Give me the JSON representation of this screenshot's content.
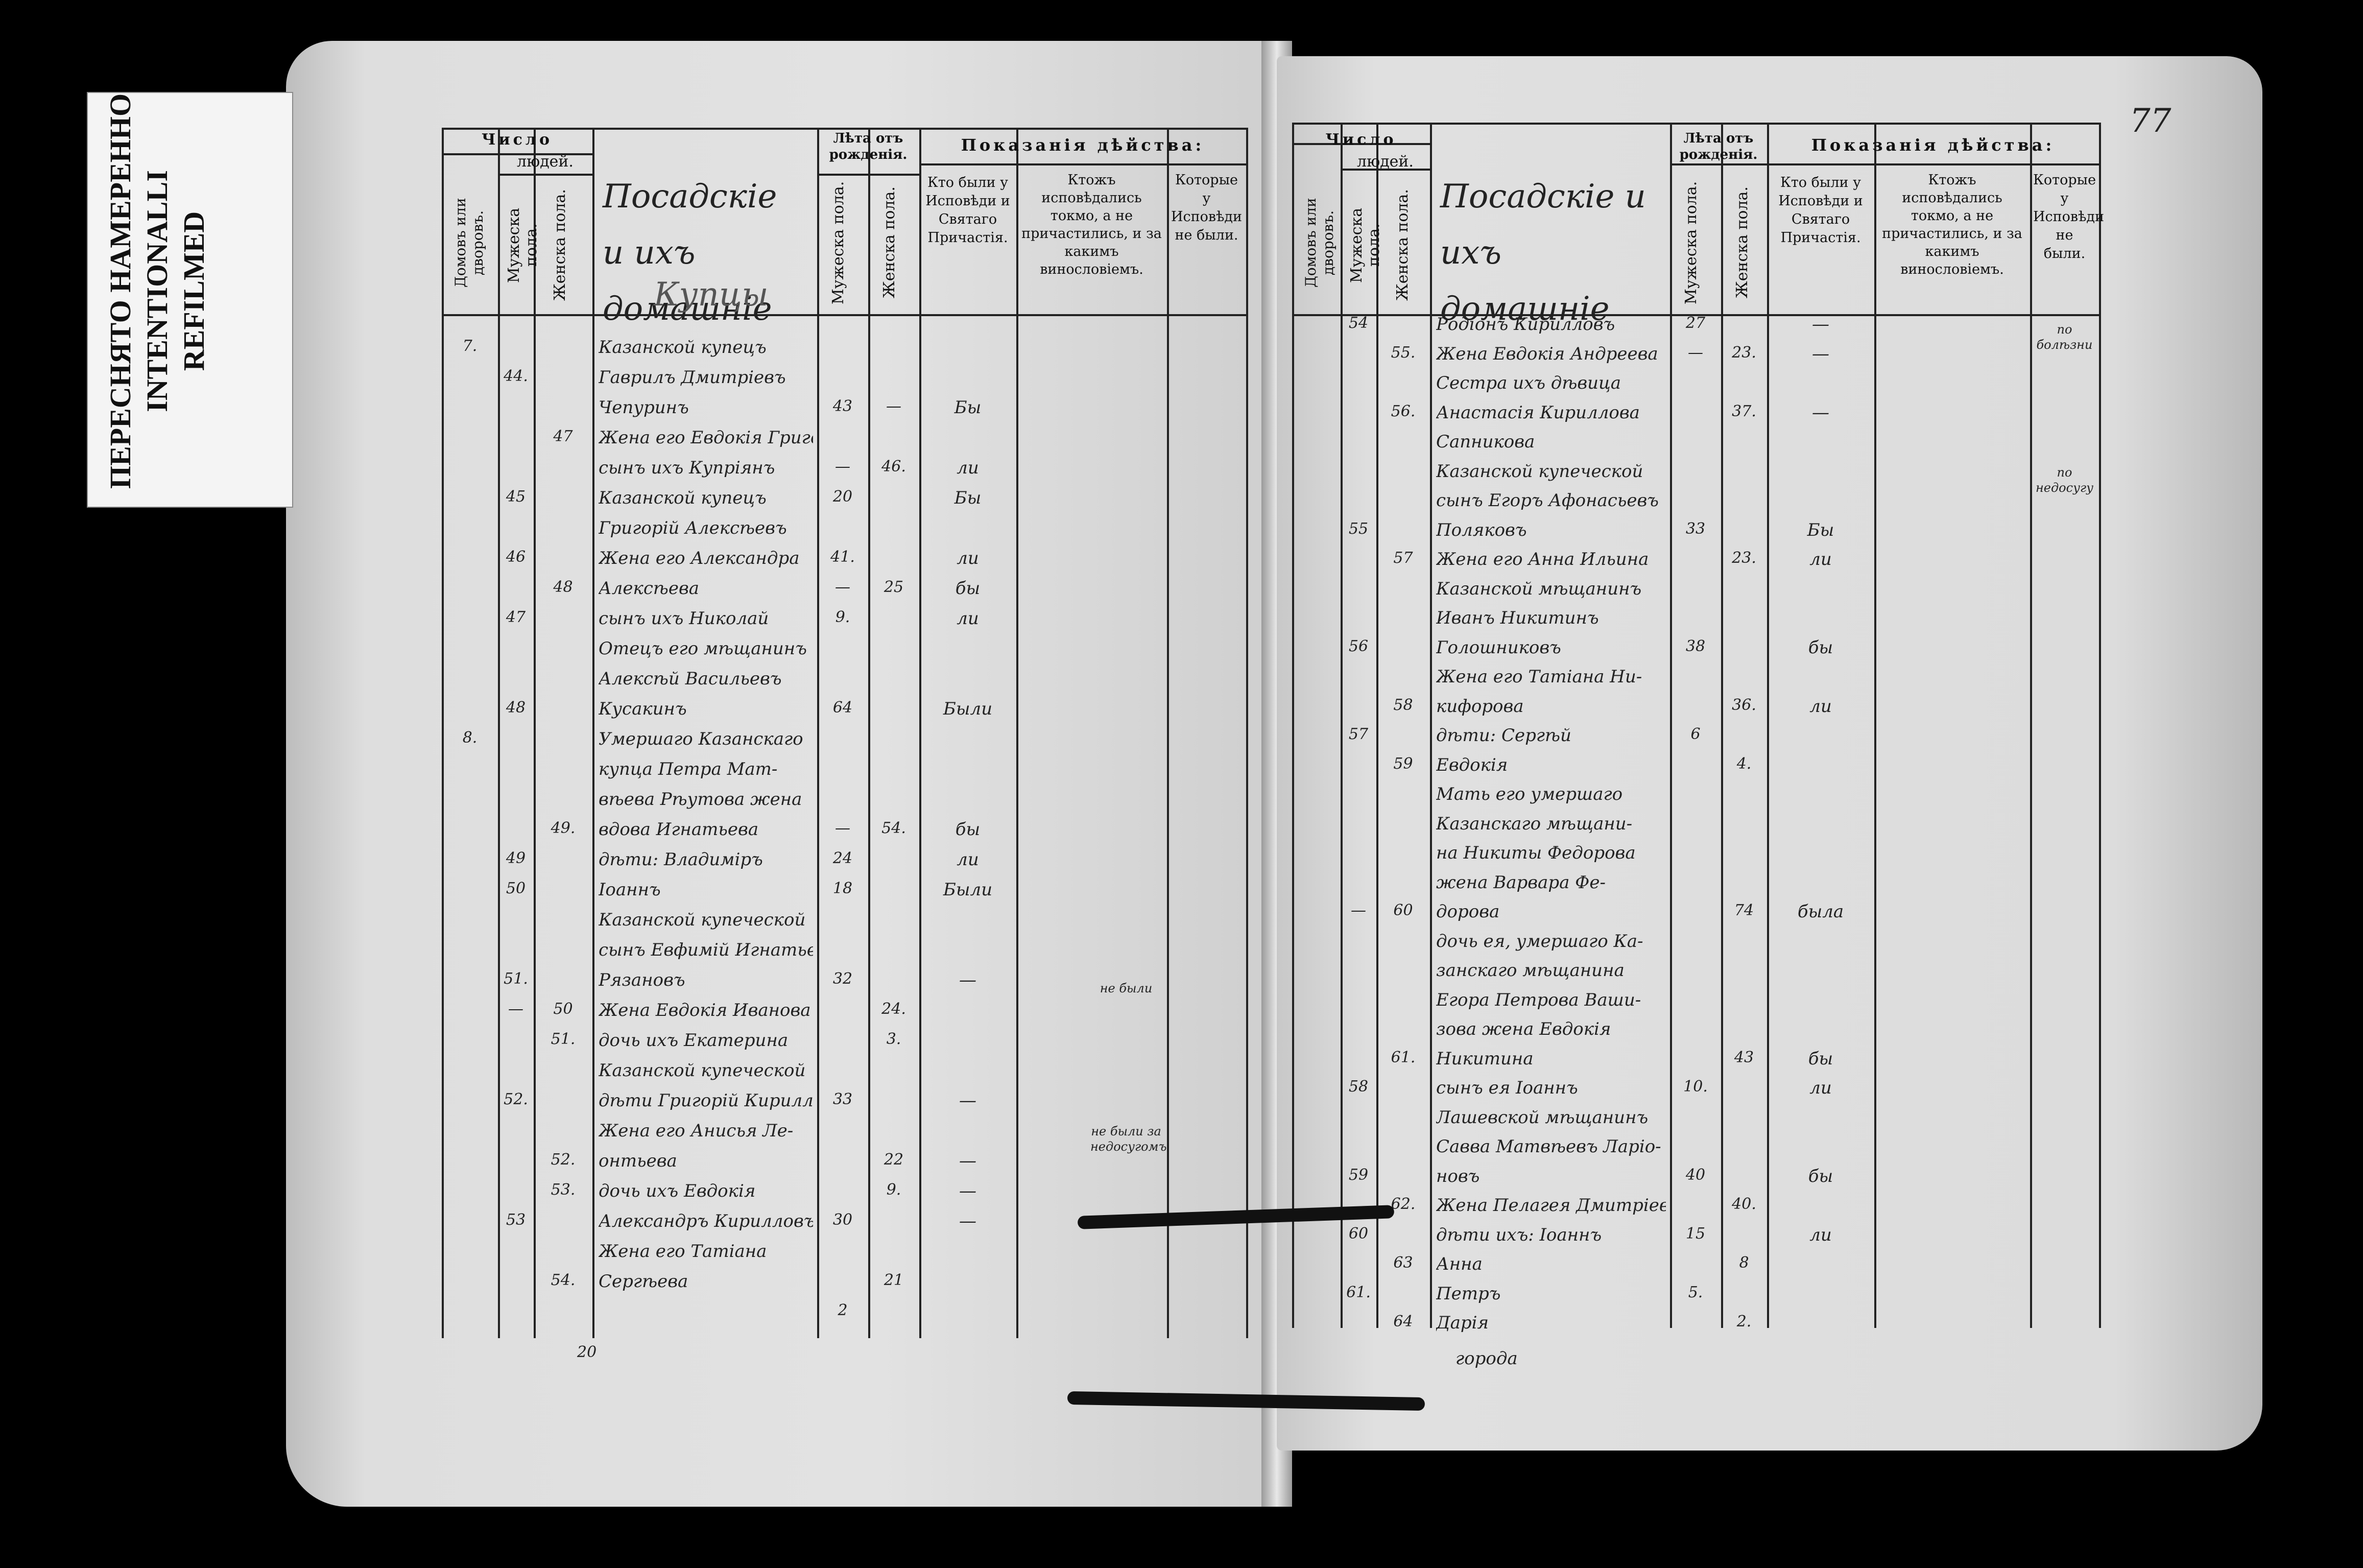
{
  "stamp": {
    "line1": "ПЕРЕСНЯТО НАМЕРЕННО",
    "line2": "INTENTIONALLI REFILMED"
  },
  "header": {
    "chislo": "Число",
    "lyudey": "людей.",
    "domov": "Домовъ или дворовъ.",
    "muzheska": "Мужеска пола.",
    "zhenska": "Женска пола.",
    "leta": "Лѣта отъ рожденія.",
    "pokazaniya": "Показанія дѣйства:",
    "col_kto": "Кто были у Исповѣди и Святаго Причастія.",
    "col_ktozh": "Ктожъ исповѣдались токмо, а не причастились, и за какимъ винословіемъ.",
    "col_kotorye": "Которые у Исповѣди не были."
  },
  "page_number": "77",
  "left": {
    "title": "Посадскіе и ихъ домашніе",
    "subtitle": "Купцы",
    "entries": [
      {
        "d": "7.",
        "m": "",
        "f": "",
        "t": "Казанской купецъ",
        "ma": "",
        "fa": "",
        "c": ""
      },
      {
        "d": "",
        "m": "44.",
        "f": "",
        "t": "Гаврилъ Дмитріевъ",
        "ma": "",
        "fa": "",
        "c": ""
      },
      {
        "d": "",
        "m": "",
        "f": "",
        "t": "Чепуринъ",
        "ma": "43",
        "fa": "—",
        "c": "Бы"
      },
      {
        "d": "",
        "m": "",
        "f": "47",
        "t": "Жена его Евдокія Григорьева",
        "ma": "",
        "fa": "",
        "c": ""
      },
      {
        "d": "",
        "m": "",
        "f": "",
        "t": "сынъ ихъ Купріянъ",
        "ma": "—",
        "fa": "46.",
        "c": "ли"
      },
      {
        "d": "",
        "m": "45",
        "f": "",
        "t": "Казанской купецъ",
        "ma": "20",
        "fa": "",
        "c": "Бы"
      },
      {
        "d": "",
        "m": "",
        "f": "",
        "t": "Григорій Алексѣевъ",
        "ma": "",
        "fa": "",
        "c": ""
      },
      {
        "d": "",
        "m": "46",
        "f": "",
        "t": "Жена его Александра",
        "ma": "41.",
        "fa": "",
        "c": "ли"
      },
      {
        "d": "",
        "m": "",
        "f": "48",
        "t": "Алексѣева",
        "ma": "—",
        "fa": "25",
        "c": "бы"
      },
      {
        "d": "",
        "m": "47",
        "f": "",
        "t": "сынъ ихъ Николай",
        "ma": "9.",
        "fa": "",
        "c": "ли"
      },
      {
        "d": "",
        "m": "",
        "f": "",
        "t": "Отецъ его мѣщанинъ",
        "ma": "",
        "fa": "",
        "c": ""
      },
      {
        "d": "",
        "m": "",
        "f": "",
        "t": "Алексѣй Васильевъ",
        "ma": "",
        "fa": "",
        "c": ""
      },
      {
        "d": "",
        "m": "48",
        "f": "",
        "t": "Кусакинъ",
        "ma": "64",
        "fa": "",
        "c": "Были"
      },
      {
        "d": "8.",
        "m": "",
        "f": "",
        "t": "Умершаго Казанскаго",
        "ma": "",
        "fa": "",
        "c": ""
      },
      {
        "d": "",
        "m": "",
        "f": "",
        "t": "купца Петра Мат-",
        "ma": "",
        "fa": "",
        "c": ""
      },
      {
        "d": "",
        "m": "",
        "f": "",
        "t": "вѣева Рѣутова жена",
        "ma": "",
        "fa": "",
        "c": ""
      },
      {
        "d": "",
        "m": "",
        "f": "49.",
        "t": "вдова Игнатьева",
        "ma": "—",
        "fa": "54.",
        "c": "бы"
      },
      {
        "d": "",
        "m": "49",
        "f": "",
        "t": "дѣти: Владиміръ",
        "ma": "24",
        "fa": "",
        "c": "ли"
      },
      {
        "d": "",
        "m": "50",
        "f": "",
        "t": "Іоаннъ",
        "ma": "18",
        "fa": "",
        "c": "Были"
      },
      {
        "d": "",
        "m": "",
        "f": "",
        "t": "Казанской купеческой",
        "ma": "",
        "fa": "",
        "c": ""
      },
      {
        "d": "",
        "m": "",
        "f": "",
        "t": "сынъ Евфимій Игнатьевъ",
        "ma": "",
        "fa": "",
        "c": ""
      },
      {
        "d": "",
        "m": "51.",
        "f": "",
        "t": "Рязановъ",
        "ma": "32",
        "fa": "",
        "c": "—"
      },
      {
        "d": "",
        "m": "—",
        "f": "50",
        "t": "Жена Евдокія Иванова",
        "ma": "",
        "fa": "24.",
        "c": ""
      },
      {
        "d": "",
        "m": "",
        "f": "51.",
        "t": "дочь ихъ Екатерина",
        "ma": "",
        "fa": "3.",
        "c": ""
      },
      {
        "d": "",
        "m": "",
        "f": "",
        "t": "Казанской купеческой",
        "ma": "",
        "fa": "",
        "c": ""
      },
      {
        "d": "",
        "m": "52.",
        "f": "",
        "t": "дѣти Григорій Кирилловъ",
        "ma": "33",
        "fa": "",
        "c": "—"
      },
      {
        "d": "",
        "m": "",
        "f": "",
        "t": "Жена его Анисья Ле-",
        "ma": "",
        "fa": "",
        "c": ""
      },
      {
        "d": "",
        "m": "",
        "f": "52.",
        "t": "онтьева",
        "ma": "",
        "fa": "22",
        "c": "—"
      },
      {
        "d": "",
        "m": "",
        "f": "53.",
        "t": "дочь ихъ Евдокія",
        "ma": "",
        "fa": "9.",
        "c": "—"
      },
      {
        "d": "",
        "m": "53",
        "f": "",
        "t": "Александръ Кирилловъ",
        "ma": "30",
        "fa": "",
        "c": "—"
      },
      {
        "d": "",
        "m": "",
        "f": "",
        "t": "Жена его Татіана",
        "ma": "",
        "fa": "",
        "c": ""
      },
      {
        "d": "",
        "m": "",
        "f": "54.",
        "t": "Сергѣева",
        "ma": "",
        "fa": "21",
        "c": ""
      },
      {
        "d": "",
        "m": "",
        "f": "",
        "t": "",
        "ma": "2",
        "fa": "",
        "c": ""
      }
    ],
    "ktozh_notes": [
      "не были",
      "не были за недосугомъ"
    ],
    "footer_left": "20"
  },
  "right": {
    "title": "Посадскіе и ихъ домашніе",
    "entries": [
      {
        "d": "",
        "m": "54",
        "f": "",
        "t": "Родіонъ Кирилловъ",
        "ma": "27",
        "fa": "",
        "c": "—"
      },
      {
        "d": "",
        "m": "",
        "f": "55.",
        "t": "Жена Евдокія Андреева",
        "ma": "—",
        "fa": "23.",
        "c": "—"
      },
      {
        "d": "",
        "m": "",
        "f": "",
        "t": "Сестра ихъ дѣвица",
        "ma": "",
        "fa": "",
        "c": ""
      },
      {
        "d": "",
        "m": "",
        "f": "56.",
        "t": "Анастасія Кириллова",
        "ma": "",
        "fa": "37.",
        "c": "—"
      },
      {
        "d": "",
        "m": "",
        "f": "",
        "t": "Сапникова",
        "ma": "",
        "fa": "",
        "c": ""
      },
      {
        "d": "",
        "m": "",
        "f": "",
        "t": "Казанской купеческой",
        "ma": "",
        "fa": "",
        "c": ""
      },
      {
        "d": "",
        "m": "",
        "f": "",
        "t": "сынъ Егоръ Афонасьевъ",
        "ma": "",
        "fa": "",
        "c": ""
      },
      {
        "d": "",
        "m": "55",
        "f": "",
        "t": "Поляковъ",
        "ma": "33",
        "fa": "",
        "c": "Бы"
      },
      {
        "d": "",
        "m": "",
        "f": "57",
        "t": "Жена его Анна Ильина",
        "ma": "",
        "fa": "23.",
        "c": "ли"
      },
      {
        "d": "",
        "m": "",
        "f": "",
        "t": "Казанской мѣщанинъ",
        "ma": "",
        "fa": "",
        "c": ""
      },
      {
        "d": "",
        "m": "",
        "f": "",
        "t": "Иванъ Никитинъ",
        "ma": "",
        "fa": "",
        "c": ""
      },
      {
        "d": "",
        "m": "56",
        "f": "",
        "t": "Голошниковъ",
        "ma": "38",
        "fa": "",
        "c": "бы"
      },
      {
        "d": "",
        "m": "",
        "f": "",
        "t": "Жена его Татіана Ни-",
        "ma": "",
        "fa": "",
        "c": ""
      },
      {
        "d": "",
        "m": "",
        "f": "58",
        "t": "кифорова",
        "ma": "",
        "fa": "36.",
        "c": "ли"
      },
      {
        "d": "",
        "m": "57",
        "f": "",
        "t": "дѣти: Сергѣй",
        "ma": "6",
        "fa": "",
        "c": ""
      },
      {
        "d": "",
        "m": "",
        "f": "59",
        "t": "Евдокія",
        "ma": "",
        "fa": "4.",
        "c": ""
      },
      {
        "d": "",
        "m": "",
        "f": "",
        "t": "Мать его умершаго",
        "ma": "",
        "fa": "",
        "c": ""
      },
      {
        "d": "",
        "m": "",
        "f": "",
        "t": "Казанскаго мѣщани-",
        "ma": "",
        "fa": "",
        "c": ""
      },
      {
        "d": "",
        "m": "",
        "f": "",
        "t": "на Никиты Федорова",
        "ma": "",
        "fa": "",
        "c": ""
      },
      {
        "d": "",
        "m": "",
        "f": "",
        "t": "жена Варвара Фе-",
        "ma": "",
        "fa": "",
        "c": ""
      },
      {
        "d": "",
        "m": "—",
        "f": "60",
        "t": "дорова",
        "ma": "",
        "fa": "74",
        "c": "была"
      },
      {
        "d": "",
        "m": "",
        "f": "",
        "t": "дочь ея, умершаго Ка-",
        "ma": "",
        "fa": "",
        "c": ""
      },
      {
        "d": "",
        "m": "",
        "f": "",
        "t": "занскаго мѣщанина",
        "ma": "",
        "fa": "",
        "c": ""
      },
      {
        "d": "",
        "m": "",
        "f": "",
        "t": "Егора Петрова Ваши-",
        "ma": "",
        "fa": "",
        "c": ""
      },
      {
        "d": "",
        "m": "",
        "f": "",
        "t": "зова жена Евдокія",
        "ma": "",
        "fa": "",
        "c": ""
      },
      {
        "d": "",
        "m": "",
        "f": "61.",
        "t": "Никитина",
        "ma": "",
        "fa": "43",
        "c": "бы"
      },
      {
        "d": "",
        "m": "58",
        "f": "",
        "t": "сынъ ея Іоаннъ",
        "ma": "10.",
        "fa": "",
        "c": "ли"
      },
      {
        "d": "",
        "m": "",
        "f": "",
        "t": "Лашевской мѣщанинъ",
        "ma": "",
        "fa": "",
        "c": ""
      },
      {
        "d": "",
        "m": "",
        "f": "",
        "t": "Савва Матвѣевъ Ларіо-",
        "ma": "",
        "fa": "",
        "c": ""
      },
      {
        "d": "",
        "m": "59",
        "f": "",
        "t": "новъ",
        "ma": "40",
        "fa": "",
        "c": "бы"
      },
      {
        "d": "",
        "m": "",
        "f": "62.",
        "t": "Жена Пелагея Дмитріева",
        "ma": "",
        "fa": "40.",
        "c": ""
      },
      {
        "d": "",
        "m": "60",
        "f": "",
        "t": "дѣти ихъ: Іоаннъ",
        "ma": "15",
        "fa": "",
        "c": "ли"
      },
      {
        "d": "",
        "m": "",
        "f": "63",
        "t": "Анна",
        "ma": "",
        "fa": "8",
        "c": ""
      },
      {
        "d": "",
        "m": "61.",
        "f": "",
        "t": "Петръ",
        "ma": "5.",
        "fa": "",
        "c": ""
      },
      {
        "d": "",
        "m": "",
        "f": "64",
        "t": "Дарія",
        "ma": "",
        "fa": "2.",
        "c": ""
      }
    ],
    "kotorye_notes": [
      "по болѣзни",
      "по недосугу"
    ],
    "footer_right": "города"
  }
}
